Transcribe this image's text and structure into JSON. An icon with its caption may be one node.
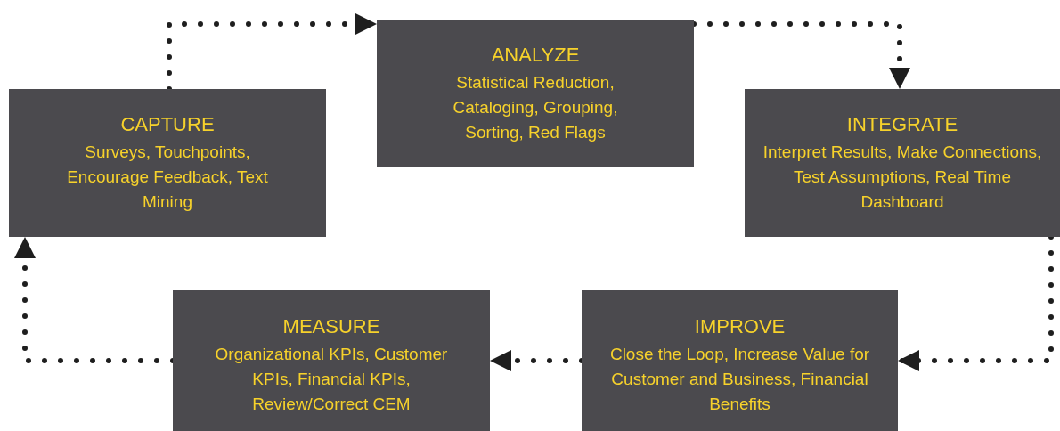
{
  "diagram": {
    "nodes": [
      {
        "text": [
          "CAPTURE",
          "Surveys, Touchpoints, Encourage Feedback, Text Mining"
        ]
      },
      {
        "text": [
          "ANALYZE",
          "Statistical Reduction, Cataloging, Grouping, Sorting, Red Flags"
        ]
      },
      {
        "text": [
          "INTEGRATE",
          "Interpret Results, Make Connections, Test Assumptions, Real Time Dashboard"
        ]
      },
      {
        "text": [
          "MEASURE",
          "Organizational KPIs, Customer KPIs, Financial KPIs, Review/Correct CEM"
        ]
      },
      {
        "text": [
          "IMPROVE",
          "Close the Loop, Increase Value for Customer and Business, Financial Benefits"
        ]
      }
    ],
    "edges": [
      {
        "from": 0,
        "to": 1,
        "arrow": "to"
      },
      {
        "from": 1,
        "to": 2,
        "arrow": "to"
      },
      {
        "from": 2,
        "to": 4,
        "arrow": "to"
      },
      {
        "from": 4,
        "to": 3,
        "arrow": "to"
      },
      {
        "from": 3,
        "to": 0,
        "arrow": "to"
      }
    ]
  }
}
